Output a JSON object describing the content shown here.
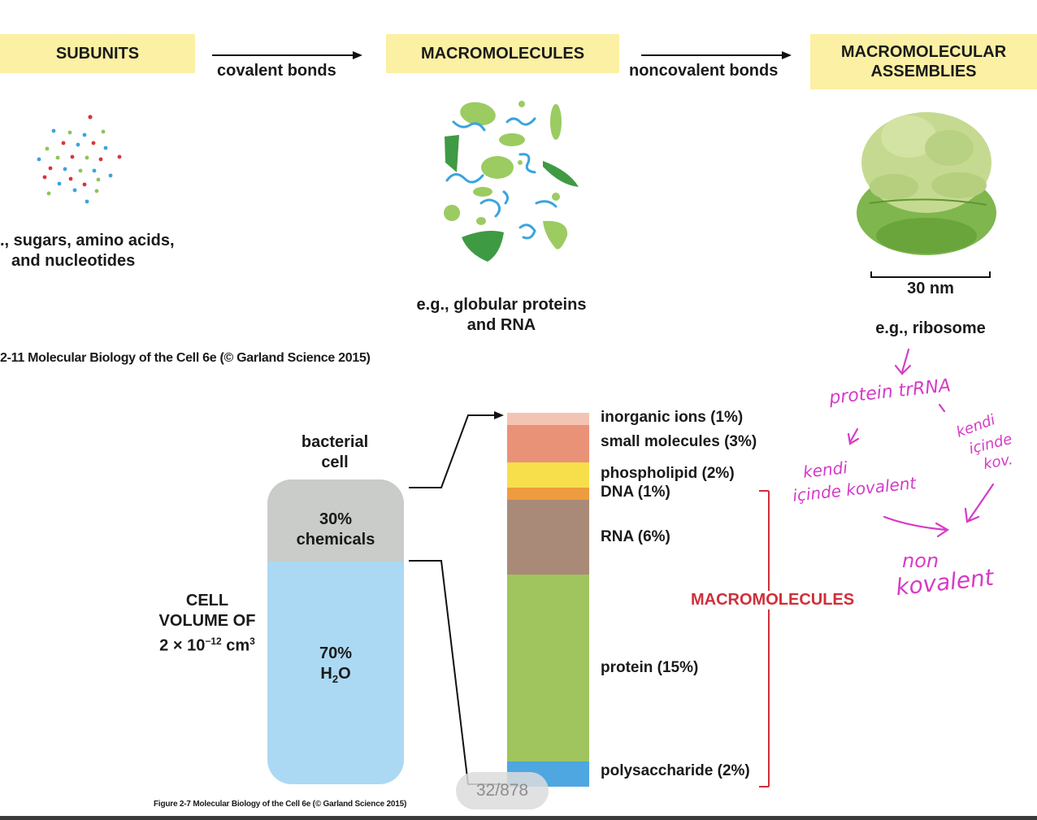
{
  "top": {
    "boxes": {
      "subunits": "SUBUNITS",
      "macromolecules": "MACROMOLECULES",
      "assemblies_line1": "MACROMOLECULAR",
      "assemblies_line2": "ASSEMBLIES"
    },
    "arrows": {
      "covalent": "covalent bonds",
      "noncovalent": "noncovalent bonds"
    },
    "subunits_caption_line1": "., sugars, amino acids,",
    "subunits_caption_line2": "and nucleotides",
    "macro_caption_line1": "e.g., globular proteins",
    "macro_caption_line2": "and RNA",
    "scale_label": "30 nm",
    "assembly_caption": "e.g., ribosome",
    "figure_caption": "2-11 Molecular Biology of the Cell 6e (© Garland Science 2015)"
  },
  "bottom": {
    "bacterial_cell_line1": "bacterial",
    "bacterial_cell_line2": "cell",
    "chemicals_pct": "30%",
    "chemicals_label": "chemicals",
    "water_pct": "70%",
    "water_label_main": "H",
    "water_label_sub": "2",
    "water_label_end": "O",
    "volume_line1": "CELL",
    "volume_line2": "VOLUME OF",
    "volume_line3_a": "2 × 10",
    "volume_line3_exp": "−12",
    "volume_line3_b": " cm",
    "volume_line3_exp2": "3",
    "macromolecules_label": "MACROMOLECULES",
    "figure_caption": "Figure 2-7 Molecular Biology of the Cell 6e (© Garland Science 2015)",
    "page_indicator": "32/878"
  },
  "chart_data": {
    "type": "bar",
    "title": "",
    "categories": [
      "inorganic ions",
      "small molecules",
      "phospholipid",
      "DNA",
      "RNA",
      "protein",
      "polysaccharide"
    ],
    "values": [
      1,
      3,
      2,
      1,
      6,
      15,
      2
    ],
    "labels": [
      "inorganic ions (1%)",
      "small molecules (3%)",
      "phospholipid (2%)",
      "DNA (1%)",
      "RNA (6%)",
      "protein (15%)",
      "polysaccharide (2%)"
    ],
    "colors": [
      "#f3c4b3",
      "#ea9278",
      "#f7df4b",
      "#ee9c3f",
      "#a98a78",
      "#a0c45e",
      "#4ea7e0"
    ],
    "stacked": true
  },
  "annotations": {
    "line1": "protein trRNA",
    "line2a": "kendi",
    "line2b": "içinde kovalent",
    "line3a": "kendi",
    "line3b": "içinde",
    "line3c": "kov.",
    "line4a": "non",
    "line4b": "kovalent"
  }
}
